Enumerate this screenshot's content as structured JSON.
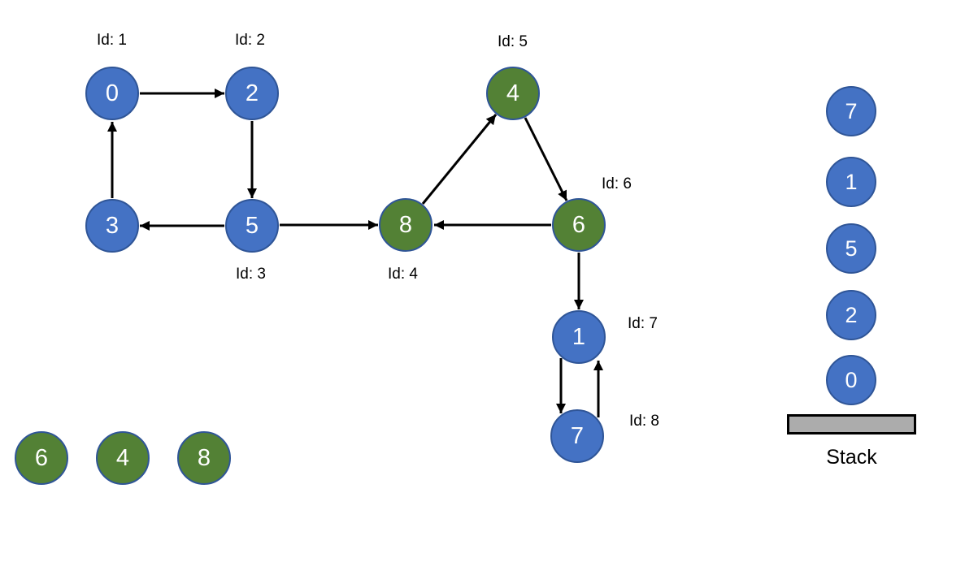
{
  "colors": {
    "node_blue_fill": "#4472C4",
    "node_blue_border": "#2F5597",
    "node_green_fill": "#538135",
    "node_green_border": "#2F5597",
    "edge_color": "#000000",
    "node_text_color": "#FFFFFF",
    "label_color": "#000000",
    "stack_base_fill": "#ACACAC",
    "stack_base_border": "#000000",
    "background": "#FFFFFF"
  },
  "graph": {
    "nodes": [
      {
        "value": "0",
        "id_label": "Id: 1",
        "color": "blue"
      },
      {
        "value": "2",
        "id_label": "Id: 2",
        "color": "blue"
      },
      {
        "value": "3",
        "color": "blue"
      },
      {
        "value": "5",
        "id_label": "Id: 3",
        "color": "blue"
      },
      {
        "value": "8",
        "id_label": "Id: 4",
        "color": "green"
      },
      {
        "value": "4",
        "id_label": "Id: 5",
        "color": "green"
      },
      {
        "value": "6",
        "id_label": "Id: 6",
        "color": "green"
      },
      {
        "value": "1",
        "id_label": "Id: 7",
        "color": "blue"
      },
      {
        "value": "7",
        "id_label": "Id: 8",
        "color": "blue"
      }
    ],
    "edges": [
      {
        "from": "0",
        "to": "2"
      },
      {
        "from": "2",
        "to": "5"
      },
      {
        "from": "5",
        "to": "3"
      },
      {
        "from": "3",
        "to": "0"
      },
      {
        "from": "5",
        "to": "8"
      },
      {
        "from": "8",
        "to": "4"
      },
      {
        "from": "4",
        "to": "6"
      },
      {
        "from": "6",
        "to": "8"
      },
      {
        "from": "6",
        "to": "1"
      },
      {
        "from": "1",
        "to": "7"
      },
      {
        "from": "7",
        "to": "1"
      }
    ]
  },
  "loose_nodes": [
    "6",
    "4",
    "8"
  ],
  "stack": {
    "items": [
      "7",
      "1",
      "5",
      "2",
      "0"
    ],
    "label": "Stack"
  }
}
